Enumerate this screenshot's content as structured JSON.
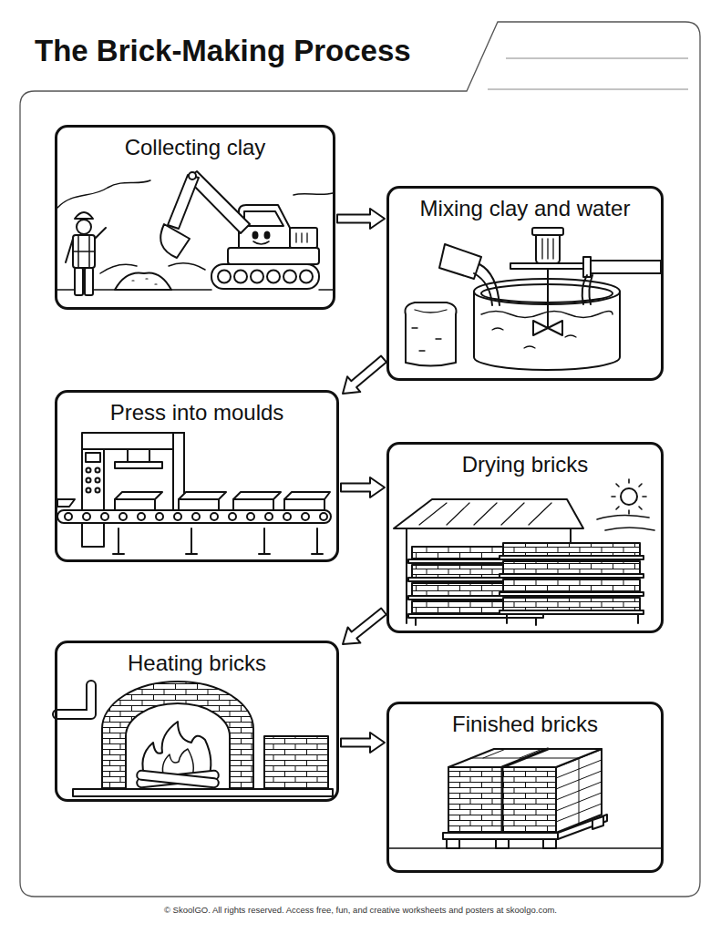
{
  "diagram": {
    "title": "The Brick-Making Process",
    "nodes": [
      {
        "text": [
          "Collecting clay"
        ]
      },
      {
        "text": [
          "Mixing clay and water"
        ]
      },
      {
        "text": [
          "Press into moulds"
        ]
      },
      {
        "text": [
          "Drying bricks"
        ]
      },
      {
        "text": [
          "Heating bricks"
        ]
      },
      {
        "text": [
          "Finished bricks"
        ]
      }
    ],
    "edges": [
      {
        "from": 0,
        "to": 1,
        "arrow": "to"
      },
      {
        "from": 1,
        "to": 2,
        "arrow": "to"
      },
      {
        "from": 2,
        "to": 3,
        "arrow": "to"
      },
      {
        "from": 3,
        "to": 4,
        "arrow": "to"
      },
      {
        "from": 4,
        "to": 5,
        "arrow": "to"
      }
    ],
    "labels": [
      "© SkoolGO. All rights reserved. Access free, fun, and creative worksheets and posters at skoolgo.com."
    ]
  }
}
